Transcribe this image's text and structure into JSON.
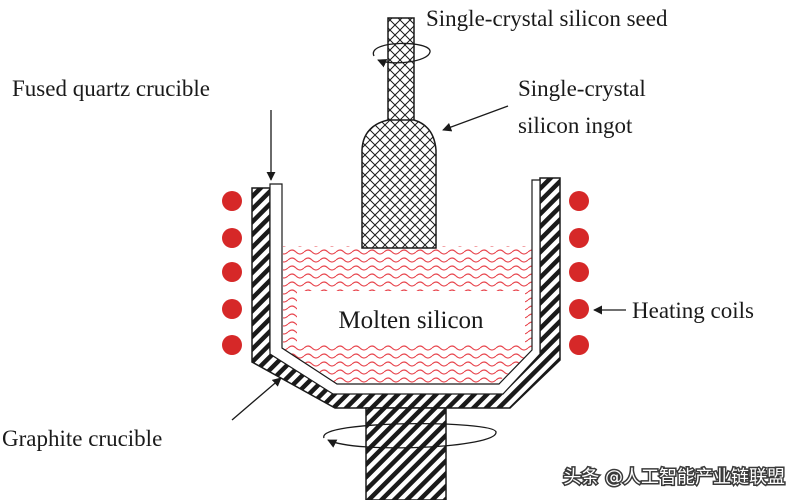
{
  "labels": {
    "seed": "Single-crystal silicon seed",
    "ingot_line1": "Single-crystal",
    "ingot_line2": "silicon ingot",
    "quartz": "Fused quartz crucible",
    "heating": "Heating coils",
    "molten": "Molten silicon",
    "graphite": "Graphite crucible"
  },
  "watermark": "头条 @人工智能产业链联盟",
  "colors": {
    "coil": "#d62828",
    "melt_wave": "#e8474f",
    "line": "#1a1a1a",
    "background": "#ffffff"
  }
}
